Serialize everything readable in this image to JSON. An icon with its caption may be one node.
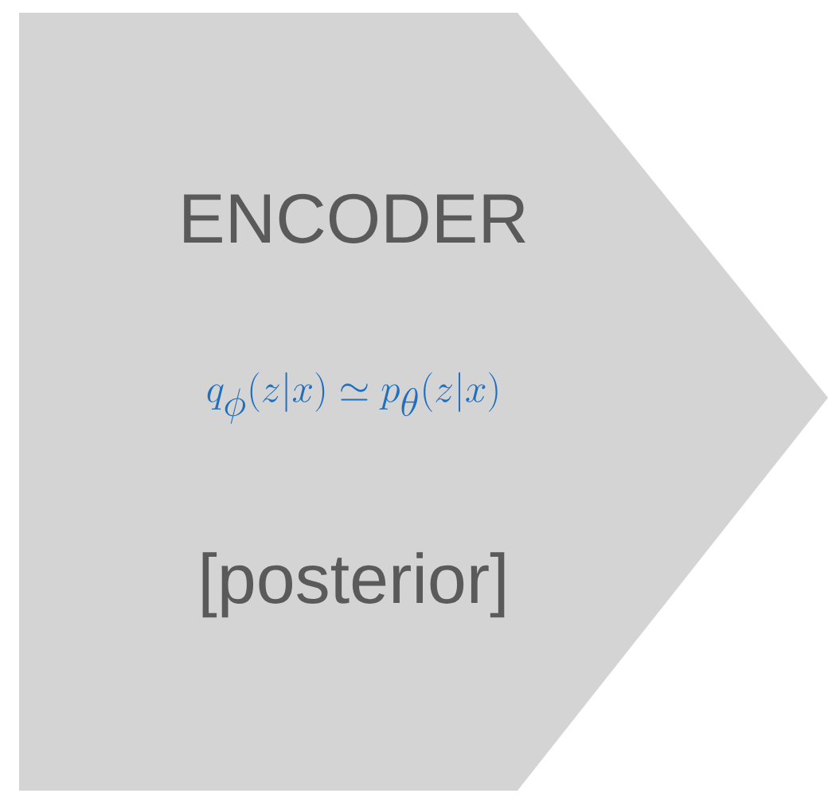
{
  "diagram": {
    "nodes": [
      {
        "text": [
          "ENCODER",
          "q_{\\phi}(z|x) \\simeq p_{\\theta}(z|x)",
          "[posterior]"
        ]
      }
    ]
  }
}
